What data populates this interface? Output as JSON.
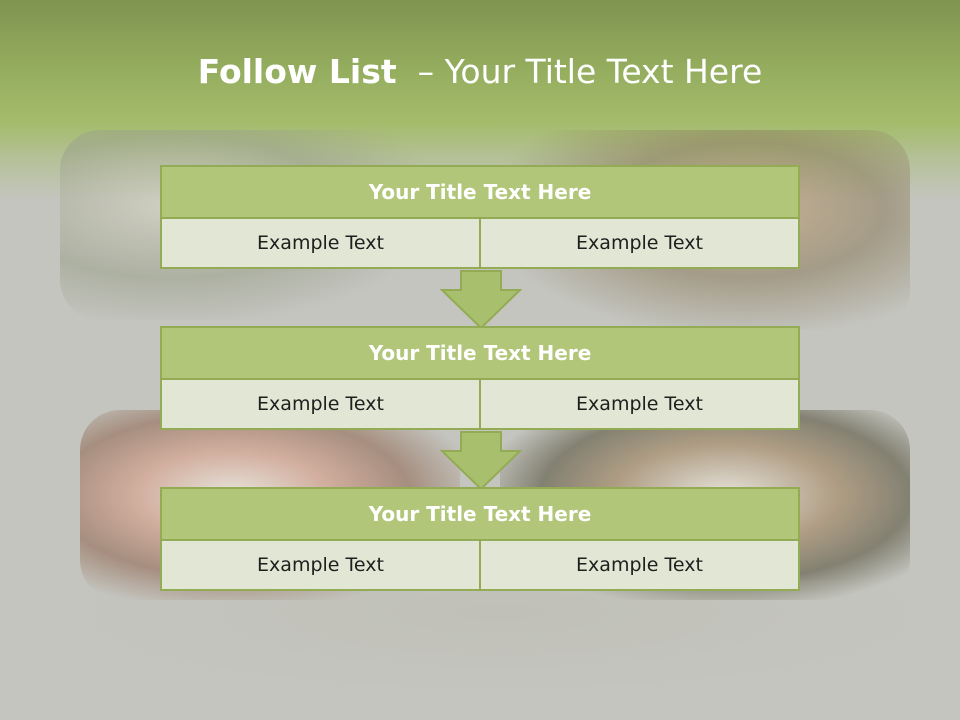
{
  "slide": {
    "title_bold": "Follow List",
    "title_rest": "– Your Title Text Here",
    "blocks": [
      {
        "title": "Your Title Text Here",
        "left": "Example Text",
        "right": "Example Text"
      },
      {
        "title": "Your Title Text Here",
        "left": "Example Text",
        "right": "Example Text"
      },
      {
        "title": "Your Title Text Here",
        "left": "Example Text",
        "right": "Example Text"
      }
    ],
    "colors": {
      "header_fill": "#b1c679",
      "border": "#94ab55",
      "cell_fill": "#e2e6d4",
      "arrow_fill": "#a8bf6e",
      "top_band": "#95ad5e"
    }
  }
}
